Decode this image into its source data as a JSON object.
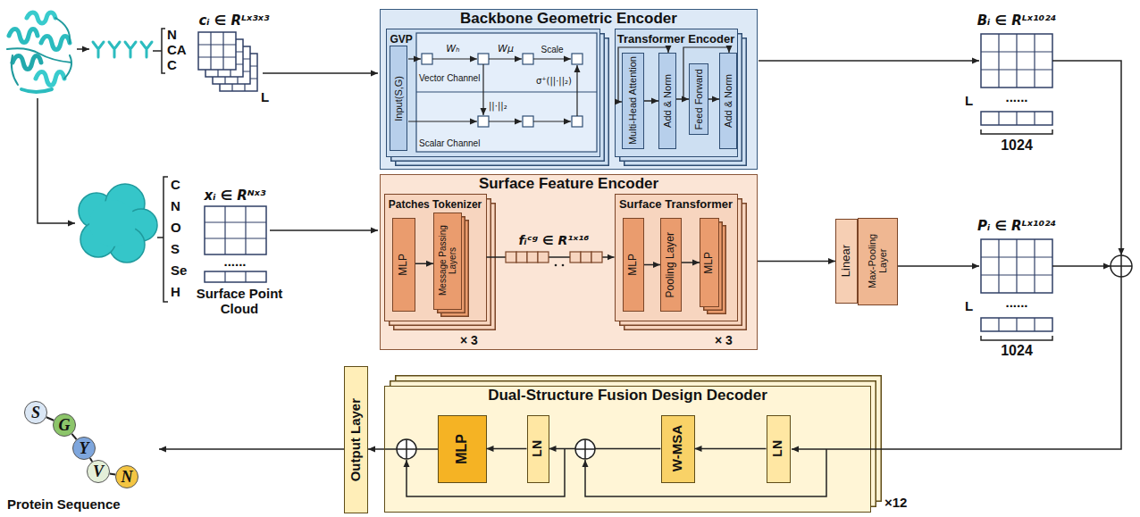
{
  "diagram": {
    "nodes": [
      {
        "text": [
          "Backbone Geometric Encoder"
        ]
      },
      {
        "text": [
          "GVP"
        ],
        "in": 0
      },
      {
        "text": [
          "Input(S,G)"
        ],
        "in": 1
      },
      {
        "text": [
          "Transformer Encoder"
        ],
        "in": 0
      },
      {
        "text": [
          "Multi-Head Attention"
        ],
        "in": 3
      },
      {
        "text": [
          "Add & Norm"
        ],
        "in": 3
      },
      {
        "text": [
          "Feed Forward"
        ],
        "in": 3
      },
      {
        "text": [
          "Add & Norm"
        ],
        "in": 3
      },
      {
        "text": [
          "Surface Feature Encoder"
        ]
      },
      {
        "text": [
          "Patches Tokenizer"
        ],
        "in": 8
      },
      {
        "text": [
          "MLP"
        ],
        "in": 9
      },
      {
        "text": [
          "Message Passing Layers"
        ],
        "in": 9
      },
      {
        "text": [
          "Surface Transformer"
        ],
        "in": 8
      },
      {
        "text": [
          "MLP"
        ],
        "in": 12
      },
      {
        "text": [
          "Pooling Layer"
        ],
        "in": 12
      },
      {
        "text": [
          "MLP"
        ],
        "in": 12
      },
      {
        "text": [
          "Linear"
        ]
      },
      {
        "text": [
          "Max-Pooling Layer"
        ]
      },
      {
        "text": [
          "Dual-Structure Fusion Design Decoder"
        ]
      },
      {
        "text": [
          "MLP"
        ],
        "in": 18
      },
      {
        "text": [
          "LN"
        ],
        "in": 18
      },
      {
        "text": [
          "W-MSA"
        ],
        "in": 18
      },
      {
        "text": [
          "LN"
        ],
        "in": 18
      },
      {
        "text": [
          "Output Layer"
        ]
      },
      {
        "text": [
          "S"
        ]
      },
      {
        "text": [
          "G"
        ]
      },
      {
        "text": [
          "Y"
        ]
      },
      {
        "text": [
          "V"
        ]
      },
      {
        "text": [
          "N"
        ]
      }
    ],
    "edges": [
      {
        "from": 4,
        "to": 5,
        "arrow": "to"
      },
      {
        "from": 5,
        "to": 6,
        "arrow": "to"
      },
      {
        "from": 6,
        "to": 7,
        "arrow": "to"
      },
      {
        "from": 10,
        "to": 11,
        "arrow": "to"
      },
      {
        "from": 9,
        "to": 12,
        "arrow": "to"
      },
      {
        "from": 13,
        "to": 14,
        "arrow": "to"
      },
      {
        "from": 14,
        "to": 15,
        "arrow": "to"
      },
      {
        "from": 8,
        "to": 16,
        "arrow": "to"
      },
      {
        "from": 22,
        "to": 21,
        "arrow": "to"
      },
      {
        "from": 21,
        "to": 20,
        "arrow": "to"
      },
      {
        "from": 20,
        "to": 19,
        "arrow": "to"
      },
      {
        "from": 18,
        "to": 23,
        "arrow": "to"
      },
      {
        "from": 24,
        "to": 25,
        "arrow": "none"
      },
      {
        "from": 25,
        "to": 26,
        "arrow": "none"
      },
      {
        "from": 26,
        "to": 27,
        "arrow": "none"
      },
      {
        "from": 27,
        "to": 28,
        "arrow": "none"
      }
    ],
    "labels": [
      "N",
      "CA",
      "C",
      "cᵢ ∈ Rᴸˣ³ˣ³",
      "L",
      "Wₕ",
      "Wμ",
      "Scale",
      "Vector Channel",
      "σ⁺(||·||₂)",
      "||·||₂",
      "Scalar Channel",
      "Bᵢ ∈ Rᴸˣ¹⁰²⁴",
      "L",
      "......",
      "1024",
      "C",
      "N",
      "O",
      "S",
      "Se",
      "H",
      "xᵢ ∈ Rᴺˣ³",
      "......",
      "Surface Point Cloud",
      "× 3",
      "fᵢᶜᵍ ∈ R¹ˣ¹⁶",
      "× 3",
      "Pᵢ ∈ Rᴸˣ¹⁰²⁴",
      "L",
      "......",
      "1024",
      "×12",
      "Protein Sequence"
    ]
  }
}
